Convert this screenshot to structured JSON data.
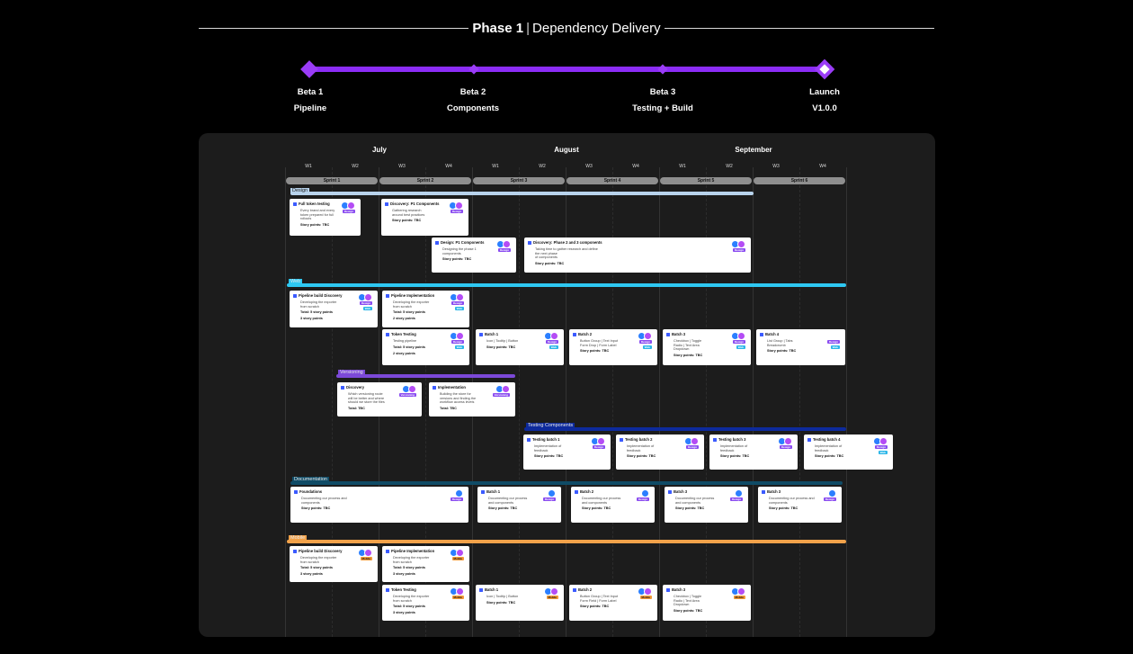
{
  "header": {
    "title_bold": "Phase 1",
    "title_sep": "|",
    "title_rest": "Dependency Delivery",
    "milestones": [
      {
        "name": "Beta 1",
        "sub": "Pipeline"
      },
      {
        "name": "Beta 2",
        "sub": "Components"
      },
      {
        "name": "Beta 3",
        "sub": "Testing + Build"
      },
      {
        "name": "Launch",
        "sub": "V1.0.0"
      }
    ]
  },
  "colors": {
    "track": "#8b2cf5",
    "design": "#b8d3ec",
    "web": "#2ec8f2",
    "versioning": "#7c49d8",
    "testing": "#0d2a9c",
    "documentation": "#0f4b66",
    "mobile": "#f2a24a"
  },
  "timeline": {
    "months": [
      "July",
      "August",
      "September"
    ],
    "weeks": [
      "W1",
      "W2",
      "W3",
      "W4",
      "W1",
      "W2",
      "W3",
      "W4",
      "W1",
      "W2",
      "W3",
      "W4"
    ],
    "sprints": [
      "Sprint 1",
      "Sprint 2",
      "Sprint 3",
      "Sprint 4",
      "Sprint 5",
      "Sprint 6"
    ]
  },
  "tag_colors": {
    "Design": "#8a4cf0",
    "Web": "#2bb6e8",
    "Versioning": "#8a4cf0",
    "Mobile": "#f39a38"
  },
  "swimlanes": [
    {
      "key": "design",
      "label": "Design",
      "cards": [
        {
          "title": "Full token testing",
          "lines": [
            "Every brand and every",
            "token prepared for full",
            "rollouts"
          ],
          "points": [
            "Story points: TBC"
          ],
          "avatars": 2,
          "tags": [
            "Design"
          ]
        },
        {
          "title": "Discovery: P1 Components",
          "lines": [
            "Gathering research",
            "around best practices"
          ],
          "points": [
            "Story points: TBC"
          ],
          "avatars": 2,
          "tags": [
            "Design"
          ]
        },
        {
          "title": "Design: P1 Components",
          "lines": [
            "Designing the phase 1",
            "components"
          ],
          "points": [
            "Story points: TBC"
          ],
          "avatars": 2,
          "tags": [
            "Design"
          ]
        },
        {
          "title": "Discovery: Phase 2 and 3 components",
          "lines": [
            "Taking time to gather research and define the next phase",
            "of components"
          ],
          "points": [
            "Story points: TBC"
          ],
          "avatars": 2,
          "tags": [
            "Design"
          ]
        }
      ]
    },
    {
      "key": "web",
      "label": "Web",
      "cards": [
        {
          "title": "Pipeline build Discovery",
          "lines": [
            "Developing the exporter",
            "from scratch"
          ],
          "points": [
            "Total: 5 story points",
            "3 story points"
          ],
          "avatars": 2,
          "tags": [
            "Design",
            "Web"
          ]
        },
        {
          "title": "Pipeline Implementation",
          "lines": [
            "Developing the exporter",
            "from scratch"
          ],
          "points": [
            "Total: 5 story points",
            "2 story points"
          ],
          "avatars": 2,
          "tags": [
            "Design",
            "Web"
          ]
        },
        {
          "title": "Token Testing",
          "lines": [
            "Testing pipeline"
          ],
          "points": [
            "Total: 5 story points",
            "2 story points"
          ],
          "avatars": 2,
          "tags": [
            "Design",
            "Web"
          ]
        },
        {
          "title": "Batch 1",
          "lines": [
            "Icon | Tooltip | Button"
          ],
          "points": [
            "Story points: TBC"
          ],
          "avatars": 2,
          "tags": [
            "Design",
            "Web"
          ]
        },
        {
          "title": "Batch 2",
          "lines": [
            "Button Group | Text Input",
            "Form Drop | Form Label"
          ],
          "points": [
            "Story points: TBC"
          ],
          "avatars": 2,
          "tags": [
            "Design",
            "Web"
          ]
        },
        {
          "title": "Batch 3",
          "lines": [
            "Checkbox | Toggle",
            "Radio | Text Area",
            "Dropdown"
          ],
          "points": [
            "Story points: TBC"
          ],
          "avatars": 2,
          "tags": [
            "Design",
            "Web"
          ]
        },
        {
          "title": "Batch 4",
          "lines": [
            "List Group | Tabs",
            "Breadcrumb"
          ],
          "points": [
            "Story points: TBC"
          ],
          "avatars": 0,
          "tags": [
            "Design",
            "Web"
          ]
        }
      ]
    },
    {
      "key": "versioning",
      "label": "Versioning",
      "cards": [
        {
          "title": "Discovery",
          "lines": [
            "Which versioning route",
            "will be better and where",
            "should we store the files"
          ],
          "points": [
            "Total: TBC"
          ],
          "avatars": 2,
          "tags": [
            "Versioning"
          ]
        },
        {
          "title": "Implementation",
          "lines": [
            "Building the store for",
            "versions and finding the",
            "workflow access levels"
          ],
          "points": [
            "Total: TBC"
          ],
          "avatars": 2,
          "tags": [
            "Versioning"
          ]
        }
      ]
    },
    {
      "key": "testing",
      "label": "Testing Components",
      "cards": [
        {
          "title": "Testing batch 1",
          "lines": [
            "Implementation of",
            "feedback"
          ],
          "points": [
            "Story points: TBC"
          ],
          "avatars": 2,
          "tags": [
            "Design"
          ]
        },
        {
          "title": "Testing batch 2",
          "lines": [
            "Implementation of",
            "feedback"
          ],
          "points": [
            "Story points: TBC"
          ],
          "avatars": 2,
          "tags": [
            "Design"
          ]
        },
        {
          "title": "Testing batch 3",
          "lines": [
            "Implementation of",
            "feedback"
          ],
          "points": [
            "Story points: TBC"
          ],
          "avatars": 2,
          "tags": [
            "Design"
          ]
        },
        {
          "title": "Testing batch 4",
          "lines": [
            "Implementation of",
            "feedback"
          ],
          "points": [
            "Story points: TBC"
          ],
          "avatars": 2,
          "tags": [
            "Design",
            "Web"
          ]
        }
      ]
    },
    {
      "key": "documentation",
      "label": "Documentation",
      "cards": [
        {
          "title": "Foundations",
          "lines": [
            "Documenting our process and components"
          ],
          "points": [
            "Story points: TBC"
          ],
          "avatars": 1,
          "tags": [
            "Design"
          ]
        },
        {
          "title": "Batch 1",
          "lines": [
            "Documenting our process",
            "and components"
          ],
          "points": [
            "Story points: TBC"
          ],
          "avatars": 1,
          "tags": [
            "Design"
          ]
        },
        {
          "title": "Batch 2",
          "lines": [
            "Documenting our process",
            "and components"
          ],
          "points": [
            "Story points: TBC"
          ],
          "avatars": 1,
          "tags": [
            "Design"
          ]
        },
        {
          "title": "Batch 3",
          "lines": [
            "Documenting our process",
            "and components"
          ],
          "points": [
            "Story points: TBC"
          ],
          "avatars": 1,
          "tags": [
            "Design"
          ]
        },
        {
          "title": "Batch 3",
          "lines": [
            "Documenting our process and",
            "components"
          ],
          "points": [
            "Story points: TBC"
          ],
          "avatars": 1,
          "tags": [
            "Design"
          ]
        }
      ]
    },
    {
      "key": "mobile",
      "label": "Mobile",
      "cards": [
        {
          "title": "Pipeline build Discovery",
          "lines": [
            "Developing the exporter",
            "from scratch"
          ],
          "points": [
            "Total: 5 story points",
            "3 story points"
          ],
          "avatars": 2,
          "tags": [
            "Mobile"
          ]
        },
        {
          "title": "Pipeline Implementation",
          "lines": [
            "Developing the exporter",
            "from scratch"
          ],
          "points": [
            "Total: 5 story points",
            "3 story points"
          ],
          "avatars": 2,
          "tags": [
            "Mobile"
          ]
        },
        {
          "title": "Token Testing",
          "lines": [
            "Developing the exporter",
            "from scratch"
          ],
          "points": [
            "Total: 5 story points",
            "3 story points"
          ],
          "avatars": 2,
          "tags": [
            "Mobile"
          ]
        },
        {
          "title": "Batch 1",
          "lines": [
            "Icon | Tooltip | Button"
          ],
          "points": [
            "Story points: TBC"
          ],
          "avatars": 2,
          "tags": [
            "Mobile"
          ]
        },
        {
          "title": "Batch 2",
          "lines": [
            "Button Group | Text Input",
            "Form Field | Form Label"
          ],
          "points": [
            "Story points: TBC"
          ],
          "avatars": 2,
          "tags": [
            "Mobile"
          ]
        },
        {
          "title": "Batch 3",
          "lines": [
            "Checkbox | Toggle",
            "Radio | Text Area",
            "Dropdown"
          ],
          "points": [
            "Story points: TBC"
          ],
          "avatars": 2,
          "tags": [
            "Mobile"
          ]
        }
      ]
    }
  ]
}
